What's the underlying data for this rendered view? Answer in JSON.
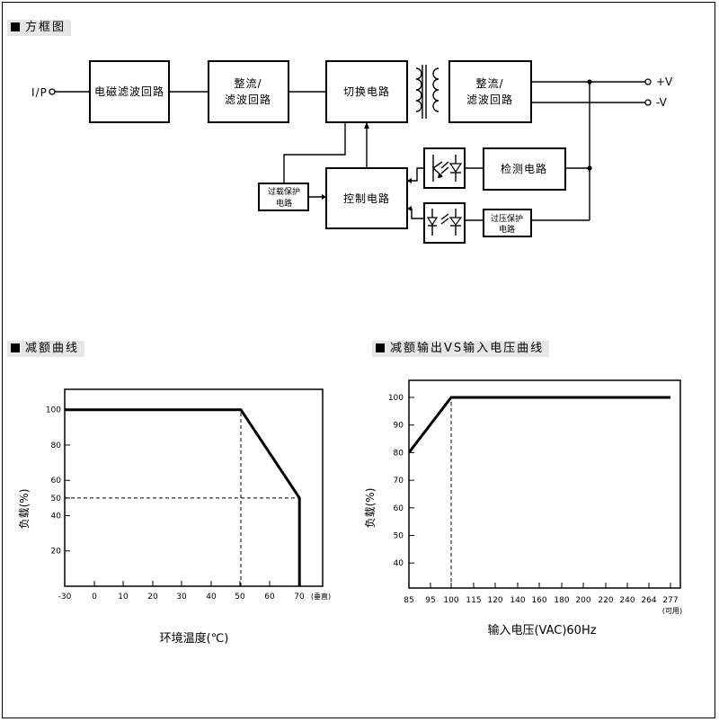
{
  "sections": {
    "block_diagram": "方框图",
    "derating_temp": "减额曲线",
    "derating_vin": "减额输出VS输入电压曲线"
  },
  "diagram": {
    "input": "I/P",
    "emi_filter": "电磁滤波回路",
    "rect1_line1": "整流/",
    "rect1_line2": "滤波回路",
    "switching": "切换电路",
    "rect2_line1": "整流/",
    "rect2_line2": "滤波回路",
    "out_pos": "+V",
    "out_neg": "-V",
    "control": "控制电路",
    "detection": "检测电路",
    "olp_line1": "过载保护",
    "olp_line2": "电路",
    "ovp_line1": "过压保护",
    "ovp_line2": "电路"
  },
  "chart_data": [
    {
      "type": "line",
      "xlabel": "环境温度(℃)",
      "ylabel": "负载(%)",
      "x_unit_note": "(垂直)",
      "x_ticks": [
        "-30",
        "0",
        "10",
        "20",
        "30",
        "40",
        "50",
        "60",
        "70"
      ],
      "y_ticks": [
        "100",
        "80",
        "60",
        "50",
        "40",
        "20"
      ],
      "xlim": [
        -30,
        75
      ],
      "ylim": [
        0,
        110
      ],
      "series": [
        {
          "x": [
            -30,
            50,
            70,
            70
          ],
          "y": [
            100,
            100,
            50,
            0
          ]
        }
      ],
      "reference_lines": [
        {
          "from": [
            50,
            0
          ],
          "to": [
            50,
            100
          ]
        },
        {
          "from": [
            -30,
            50
          ],
          "to": [
            70,
            50
          ]
        }
      ]
    },
    {
      "type": "line",
      "xlabel": "输入电压(VAC)60Hz",
      "ylabel": "负载(%)",
      "x_unit_note": "(可用)",
      "x_ticks": [
        "85",
        "95",
        "100",
        "115",
        "120",
        "140",
        "160",
        "180",
        "200",
        "220",
        "240",
        "264",
        "277"
      ],
      "y_ticks": [
        "100",
        "90",
        "80",
        "70",
        "60",
        "50",
        "40"
      ],
      "ylim": [
        30,
        105
      ],
      "series": [
        {
          "x": [
            85,
            100,
            277
          ],
          "y": [
            80,
            100,
            100
          ]
        }
      ],
      "reference_lines": [
        {
          "from": [
            100,
            30
          ],
          "to": [
            100,
            100
          ]
        }
      ]
    }
  ]
}
